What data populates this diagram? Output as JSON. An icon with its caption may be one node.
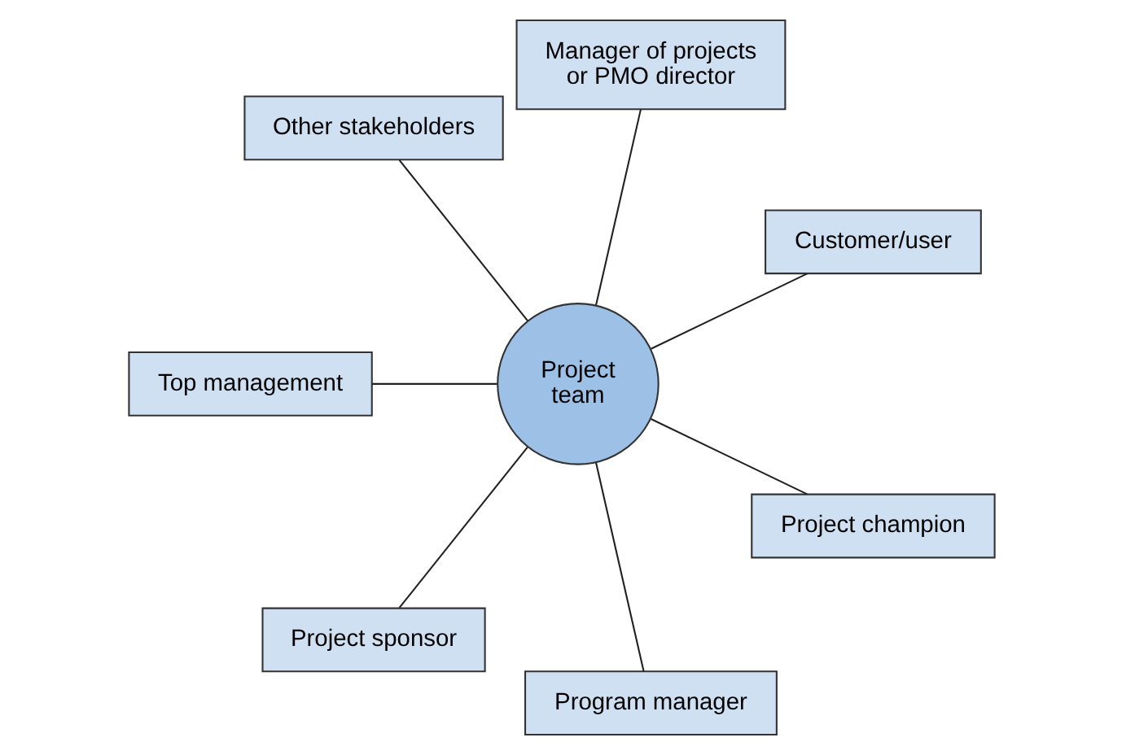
{
  "diagram": {
    "nodes": [
      {
        "text": [
          "Project team"
        ]
      },
      {
        "text": [
          "Customer/user"
        ]
      },
      {
        "text": [
          "Manager of projects or PMO director"
        ]
      },
      {
        "text": [
          "Other stakeholders"
        ]
      },
      {
        "text": [
          "Top management"
        ]
      },
      {
        "text": [
          "Project sponsor"
        ]
      },
      {
        "text": [
          "Program manager"
        ]
      },
      {
        "text": [
          "Project champion"
        ]
      }
    ],
    "edges": [
      {
        "from": 0,
        "to": 1,
        "arrow": "none"
      },
      {
        "from": 0,
        "to": 2,
        "arrow": "none"
      },
      {
        "from": 0,
        "to": 3,
        "arrow": "none"
      },
      {
        "from": 0,
        "to": 4,
        "arrow": "none"
      },
      {
        "from": 0,
        "to": 5,
        "arrow": "none"
      },
      {
        "from": 0,
        "to": 6,
        "arrow": "none"
      },
      {
        "from": 0,
        "to": 7,
        "arrow": "none"
      }
    ]
  }
}
